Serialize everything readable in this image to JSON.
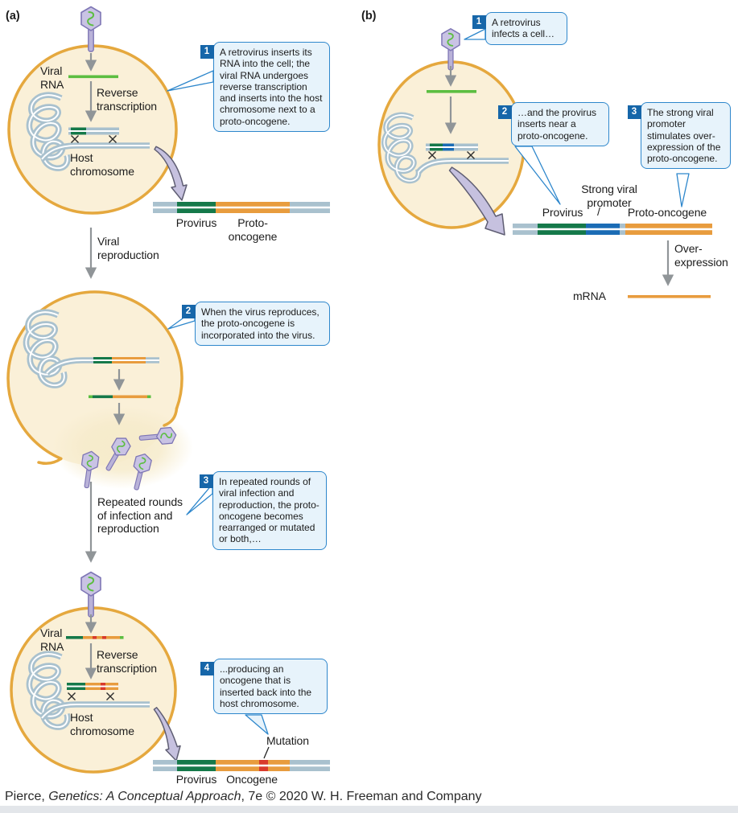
{
  "figure": {
    "panel_a_label": "(a)",
    "panel_b_label": "(b)",
    "credit_prefix": "Pierce, ",
    "credit_title": "Genetics: A Conceptual Approach",
    "credit_suffix": ", 7e © 2020 W. H. Freeman and Company"
  },
  "panel_a": {
    "callout1": {
      "num": "1",
      "text": "A retrovirus inserts its RNA into the cell; the viral RNA undergoes reverse transcription and inserts into the host chromosome next to a proto-oncogene."
    },
    "callout2": {
      "num": "2",
      "text": "When the virus reproduces, the proto-oncogene is incorporated into the virus."
    },
    "callout3": {
      "num": "3",
      "text": "In repeated rounds of viral infection and reproduction, the proto-oncogene becomes rearranged or mutated or both,…"
    },
    "callout4": {
      "num": "4",
      "text": "...producing an oncogene that is inserted back into the host chromosome."
    },
    "viral_rna_label": "Viral RNA",
    "reverse_transcription_label": "Reverse transcription",
    "host_chromosome_label": "Host chromosome",
    "provirus_label": "Provirus",
    "proto_oncogene_label": "Proto-oncogene",
    "viral_reproduction_label": "Viral reproduction",
    "repeated_rounds_label": "Repeated rounds of infection and reproduction",
    "viral_rna2_label": "Viral RNA",
    "reverse_transcription2_label": "Reverse transcription",
    "host_chromosome2_label": "Host chromosome",
    "mutation_label": "Mutation",
    "provirus2_label": "Provirus",
    "oncogene_label": "Oncogene"
  },
  "panel_b": {
    "callout1": {
      "num": "1",
      "text": "A retrovirus infects a cell…"
    },
    "callout2": {
      "num": "2",
      "text": "…and the provirus inserts near a proto-oncogene."
    },
    "callout3": {
      "num": "3",
      "text": "The strong viral promoter stimulates over-expression of the proto-oncogene."
    },
    "strong_viral_promoter_label": "Strong viral promoter",
    "provirus_label": "Provirus",
    "promoter_slash": "/",
    "proto_oncogene_label": "Proto-oncogene",
    "over_expression_label": "Over-expression",
    "mrna_label": "mRNA"
  },
  "colors": {
    "text": "#1C1C1C",
    "cell_fill": "#FAF0D8",
    "cell_border": "#E5A83E",
    "chromosome": "#A9C1CE",
    "provirus_green": "#15794A",
    "oncogene_orange": "#E89C3E",
    "promoter_blue": "#1B6CB5",
    "mutation_red": "#D93A2B",
    "rna_green": "#5CBE41",
    "callout_fill": "#E7F3FB",
    "callout_border": "#2E87CC",
    "badge_blue": "#1666A9",
    "virus_fill": "#C9C3E4",
    "virus_stalk": "#B9B2D8",
    "virus_stroke": "#7E76B5",
    "arrow_gray": "#909598",
    "big_arrow_fill": "#C6C1DF",
    "big_arrow_stroke": "#5F5E73",
    "footer_strip": "#E3E6EA"
  }
}
